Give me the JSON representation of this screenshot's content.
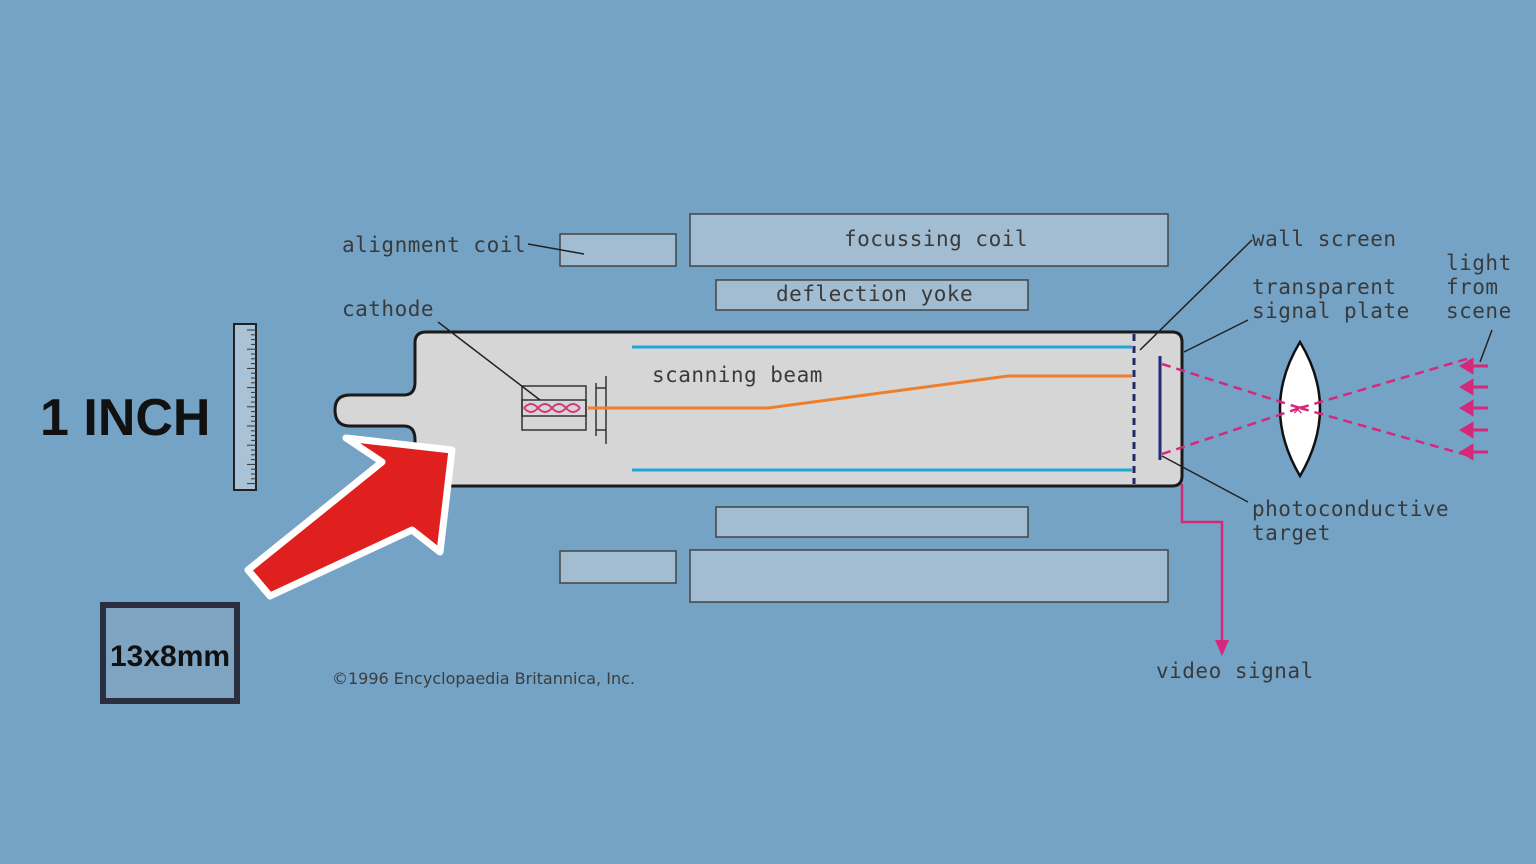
{
  "overlay": {
    "size_label": "1 INCH",
    "sensor_label": "13x8mm",
    "arrow_color": "#e0201f"
  },
  "diagram": {
    "labels": {
      "alignment_coil": "alignment coil",
      "focussing_coil": "focussing coil",
      "deflection_yoke": "deflection yoke",
      "cathode": "cathode",
      "scanning_beam": "scanning beam",
      "wall_screen": "wall screen",
      "transparent_signal_plate_1": "transparent",
      "transparent_signal_plate_2": "signal plate",
      "light_from_scene_1": "light",
      "light_from_scene_2": "from",
      "light_from_scene_3": "scene",
      "photoconductive_target_1": "photoconductive",
      "photoconductive_target_2": "target",
      "video_signal": "video signal"
    },
    "copyright": "©1996 Encyclopaedia Britannica, Inc.",
    "colors": {
      "background": "#74a3c6",
      "coil_fill": "#a2bdd1",
      "tube_fill": "#d6d6d6",
      "beam": "#f07f2a",
      "wall_lines": "#1ea6d8",
      "signal": "#d6287a"
    }
  }
}
